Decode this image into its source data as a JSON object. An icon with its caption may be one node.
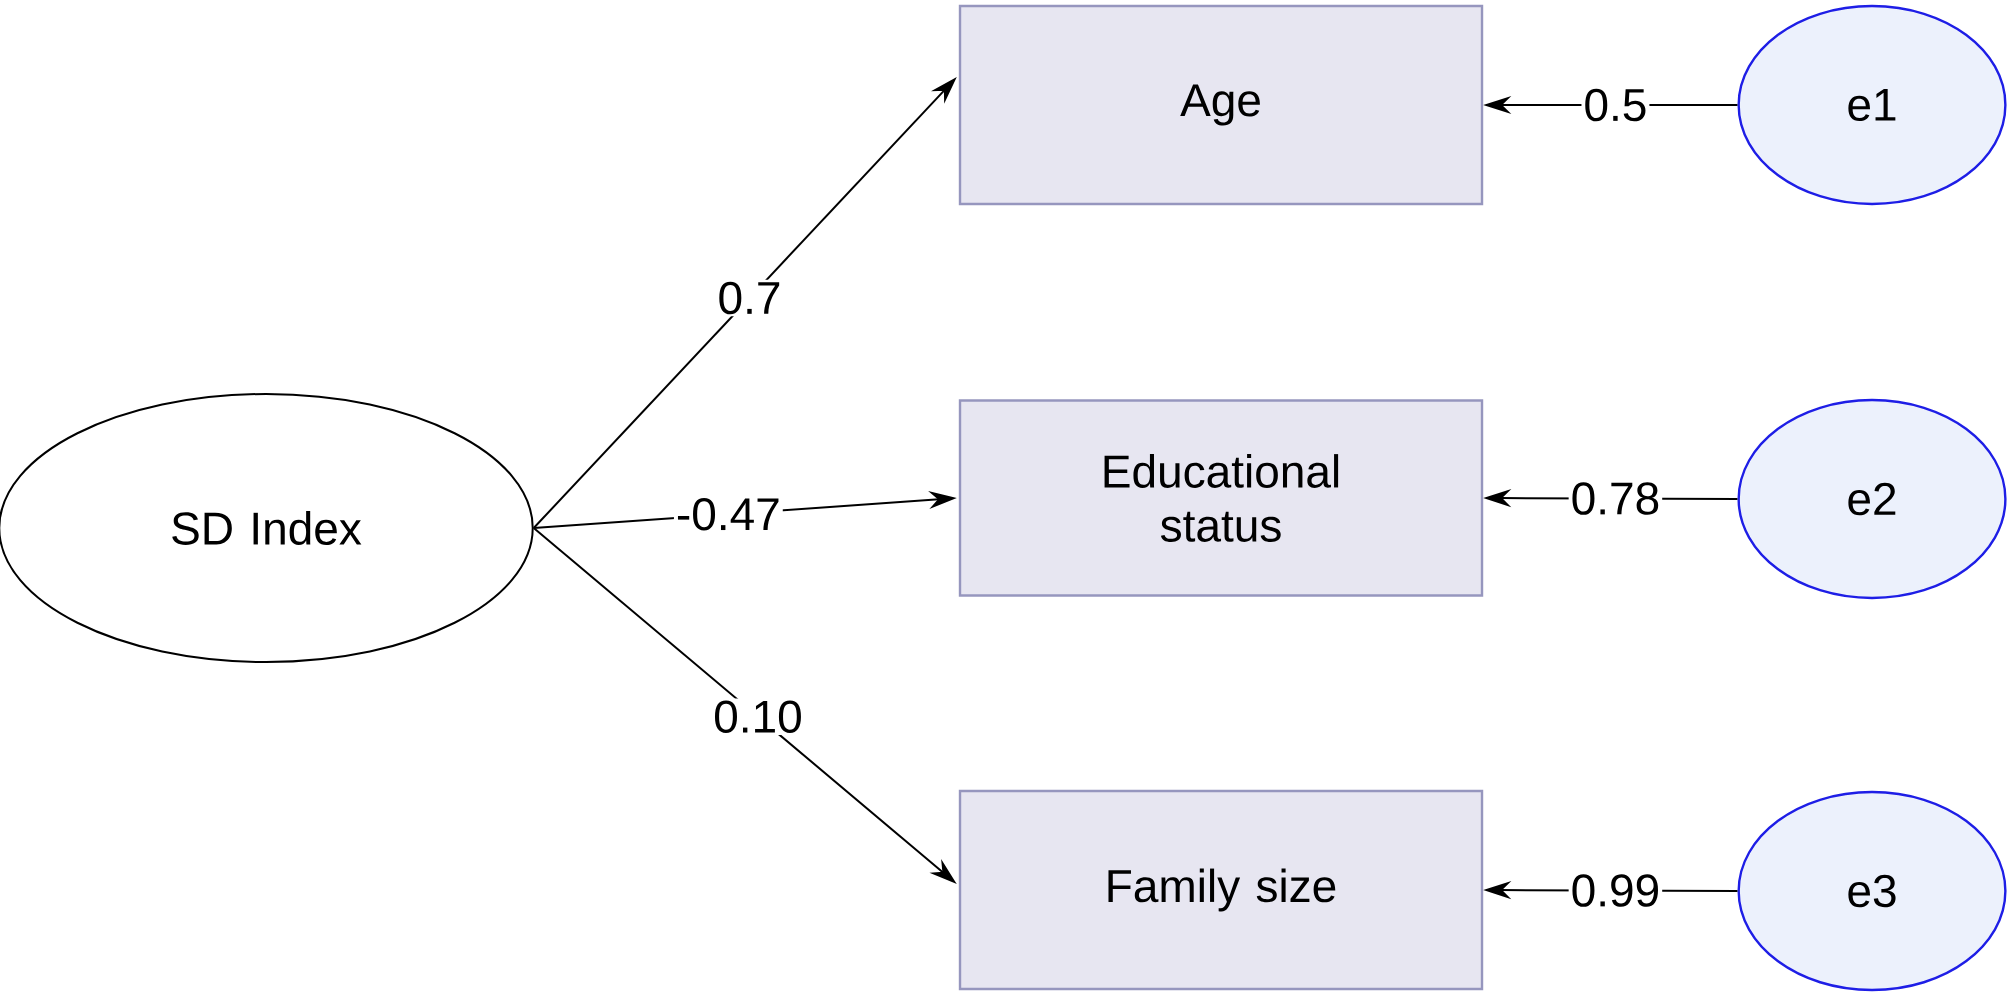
{
  "diagram": {
    "nodes": [
      {
        "text": [
          "SD Index"
        ]
      },
      {
        "text": [
          "Age"
        ]
      },
      {
        "text": [
          "Educational status"
        ]
      },
      {
        "text": [
          "Family size"
        ]
      },
      {
        "text": [
          "e1"
        ]
      },
      {
        "text": [
          "e2"
        ]
      },
      {
        "text": [
          "e3"
        ]
      }
    ],
    "edges": [
      {
        "from": 0,
        "to": 1,
        "arrow": "to",
        "label": "0.7"
      },
      {
        "from": 0,
        "to": 2,
        "arrow": "to",
        "label": "-0.47"
      },
      {
        "from": 0,
        "to": 3,
        "arrow": "to",
        "label": "0.10"
      },
      {
        "from": 4,
        "to": 1,
        "arrow": "to",
        "label": "0.5"
      },
      {
        "from": 5,
        "to": 2,
        "arrow": "to",
        "label": "0.78"
      },
      {
        "from": 6,
        "to": 3,
        "arrow": "to",
        "label": "0.99"
      }
    ]
  }
}
